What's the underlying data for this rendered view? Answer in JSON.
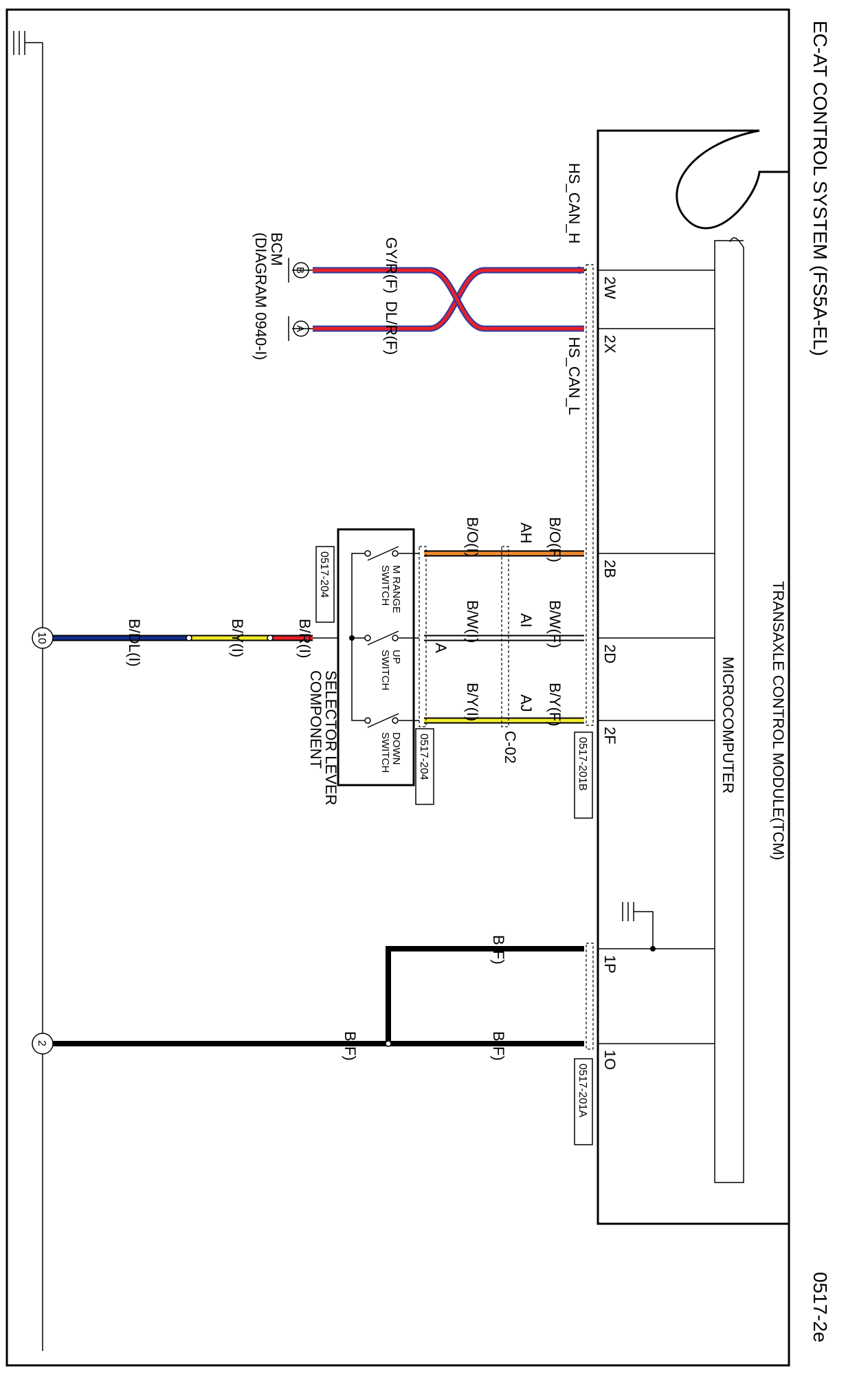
{
  "title": "EC-AT CONTROL SYSTEM (FS5A-EL)",
  "diagram_id": "0517-2e",
  "module": {
    "name": "TRANSAXLE CONTROL MODULE(TCM)",
    "sub": "MICROCOMPUTER"
  },
  "connectors": {
    "c201b": "0517-201B",
    "c201a": "0517-201A",
    "c204a": "0517-204",
    "c204b": "0517-204",
    "joint": "C-02"
  },
  "pins": {
    "p2w": "2W",
    "p2x": "2X",
    "p2b": "2B",
    "p2d": "2D",
    "p2f": "2F",
    "p1p": "1P",
    "p1o": "1O"
  },
  "can": {
    "h_label": "HS_CAN_H",
    "l_label": "HS_CAN_L",
    "wire_h": "GY/R(F)",
    "wire_l": "DL/R(F)",
    "conn_b": "B",
    "conn_a": "A",
    "bcm": "BCM",
    "bcm_diag": "(DIAGRAM 0940-I)"
  },
  "wires": {
    "bo_f": "B/O(F)",
    "bo_i": "B/O(I)",
    "ah": "AH",
    "bw_f": "B/W(F)",
    "bw_i": "B/W(I)",
    "ai": "AI",
    "by_f": "B/Y(F)",
    "by_i": "B/Y(I)",
    "aj": "AJ",
    "a": "A",
    "br_i": "B/R(I)",
    "by_i2": "B/Y(I)",
    "bdl_i": "B/DL(I)",
    "b_f1": "B(F)",
    "b_f2": "B(F)",
    "b_f3": "B(F)"
  },
  "switch": {
    "m_range_1": "M RANGE",
    "m_range_2": "SWITCH",
    "up_1": "UP",
    "up_2": "SWITCH",
    "down_1": "DOWN",
    "down_2": "SWITCH",
    "comp_1": "SELECTOR LEVER",
    "comp_2": "COMPONENT"
  },
  "grounds": {
    "g10": "10",
    "g2": "2"
  },
  "colors": {
    "red": "#e8202a",
    "blue": "#2b3a9c",
    "orange": "#f28a2e",
    "yellow": "#f2ec2a",
    "navy": "#14308f",
    "black": "#000000"
  }
}
